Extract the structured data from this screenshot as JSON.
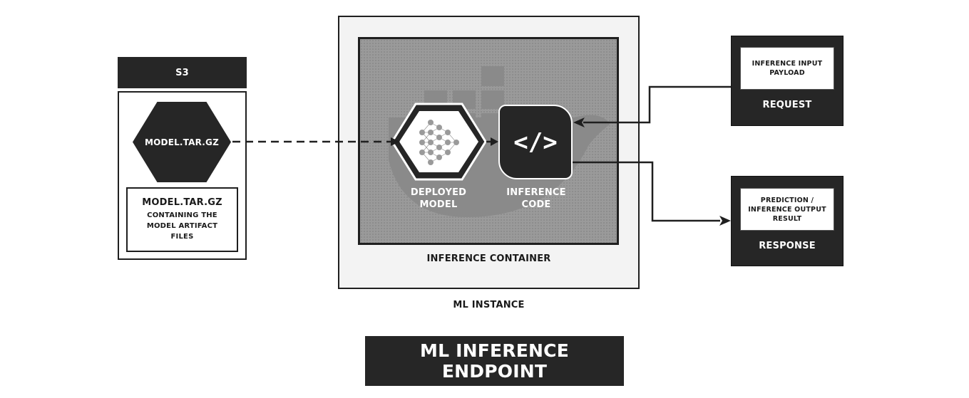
{
  "s3": {
    "header": "S3",
    "file_hex_label": "MODEL.TAR.GZ",
    "artifact_title": "MODEL.TAR.GZ",
    "artifact_description": "CONTAINING THE MODEL ARTIFACT FILES"
  },
  "instance": {
    "container_label": "INFERENCE CONTAINER",
    "instance_label": "ML INSTANCE",
    "model_label": "DEPLOYED MODEL",
    "code_label": "INFERENCE CODE",
    "code_symbol": "</>"
  },
  "request": {
    "payload": "INFERENCE INPUT PAYLOAD",
    "label": "REQUEST"
  },
  "response": {
    "payload": "PREDICTION / INFERENCE OUTPUT RESULT",
    "label": "RESPONSE"
  },
  "footer": {
    "title": "ML INFERENCE ENDPOINT"
  },
  "colors": {
    "dark": "#262626",
    "container": "#9a9a9a",
    "instance_bg": "#f3f3f3"
  },
  "icons": [
    "whale-icon",
    "neural-network-icon",
    "code-icon",
    "arrow-icon"
  ]
}
